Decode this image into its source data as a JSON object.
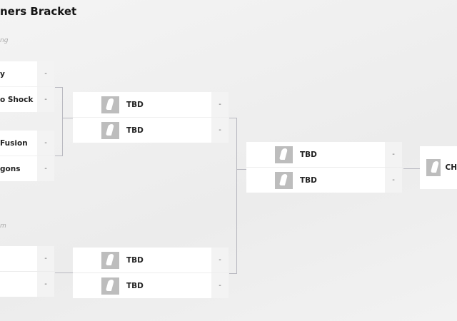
{
  "title": "ners Bracket",
  "round_labels": [
    "ng",
    "m"
  ],
  "round1": [
    {
      "team": "y",
      "score": "-"
    },
    {
      "team": "o Shock",
      "score": "-"
    },
    {
      "team": "Fusion",
      "score": "-"
    },
    {
      "team": "gons",
      "score": "-"
    },
    {
      "team": "",
      "score": "-"
    },
    {
      "team": "",
      "score": "-"
    }
  ],
  "round2": [
    {
      "team": "TBD",
      "score": "-"
    },
    {
      "team": "TBD",
      "score": "-"
    },
    {
      "team": "TBD",
      "score": "-"
    },
    {
      "team": "TBD",
      "score": "-"
    }
  ],
  "round3": [
    {
      "team": "TBD",
      "score": "-"
    },
    {
      "team": "TBD",
      "score": "-"
    }
  ],
  "final": {
    "team": "CH"
  }
}
